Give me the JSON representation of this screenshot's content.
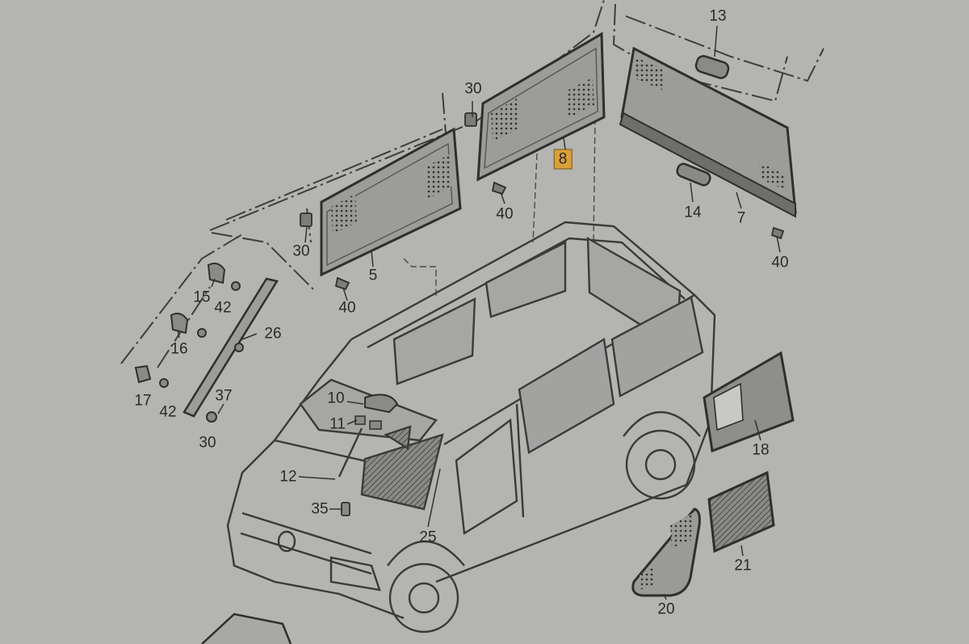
{
  "diagram": {
    "callouts": [
      {
        "id": "c-13",
        "text": "13",
        "highlight": false
      },
      {
        "id": "c-30a",
        "text": "30",
        "highlight": false
      },
      {
        "id": "c-8",
        "text": "8",
        "highlight": true
      },
      {
        "id": "c-30b",
        "text": "30",
        "highlight": false
      },
      {
        "id": "c-40a",
        "text": "40",
        "highlight": false
      },
      {
        "id": "c-14",
        "text": "14",
        "highlight": false
      },
      {
        "id": "c-7",
        "text": "7",
        "highlight": false
      },
      {
        "id": "c-40b",
        "text": "40",
        "highlight": false
      },
      {
        "id": "c-5",
        "text": "5",
        "highlight": false
      },
      {
        "id": "c-40c",
        "text": "40",
        "highlight": false
      },
      {
        "id": "c-15",
        "text": "15",
        "highlight": false
      },
      {
        "id": "c-42a",
        "text": "42",
        "highlight": false
      },
      {
        "id": "c-26",
        "text": "26",
        "highlight": false
      },
      {
        "id": "c-16",
        "text": "16",
        "highlight": false
      },
      {
        "id": "c-17",
        "text": "17",
        "highlight": false
      },
      {
        "id": "c-42b",
        "text": "42",
        "highlight": false
      },
      {
        "id": "c-37",
        "text": "37",
        "highlight": false
      },
      {
        "id": "c-30c",
        "text": "30",
        "highlight": false
      },
      {
        "id": "c-10",
        "text": "10",
        "highlight": false
      },
      {
        "id": "c-11",
        "text": "11",
        "highlight": false
      },
      {
        "id": "c-12",
        "text": "12",
        "highlight": false
      },
      {
        "id": "c-35",
        "text": "35",
        "highlight": false
      },
      {
        "id": "c-25",
        "text": "25",
        "highlight": false
      },
      {
        "id": "c-18",
        "text": "18",
        "highlight": false
      },
      {
        "id": "c-21",
        "text": "21",
        "highlight": false
      },
      {
        "id": "c-20",
        "text": "20",
        "highlight": false
      }
    ],
    "colors": {
      "background": "#b4b4b1",
      "line": "#3a3a3a",
      "highlight": "#d9a03a",
      "glass": "#8f8f8c"
    }
  }
}
